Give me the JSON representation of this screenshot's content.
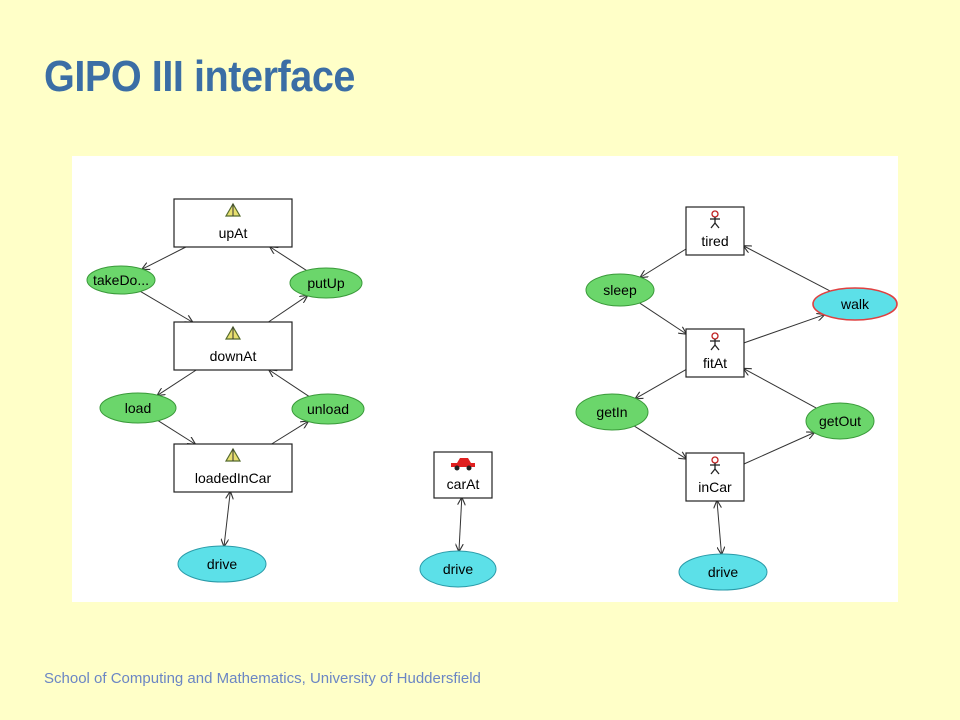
{
  "slide": {
    "title": "GIPO III interface",
    "footer": "School of Computing and Mathematics, University of Huddersfield"
  },
  "diagram": {
    "state_nodes": [
      {
        "id": "upAt",
        "label": "upAt",
        "icon": "tent-icon"
      },
      {
        "id": "downAt",
        "label": "downAt",
        "icon": "tent-icon"
      },
      {
        "id": "loadedInCar",
        "label": "loadedInCar",
        "icon": "tent-icon"
      },
      {
        "id": "carAt",
        "label": "carAt",
        "icon": "car-icon"
      },
      {
        "id": "tired",
        "label": "tired",
        "icon": "person-icon"
      },
      {
        "id": "fitAt",
        "label": "fitAt",
        "icon": "person-icon"
      },
      {
        "id": "inCar",
        "label": "inCar",
        "icon": "person-icon"
      }
    ],
    "operator_nodes": [
      {
        "id": "takeDown",
        "label": "takeDo...",
        "color": "green"
      },
      {
        "id": "putUp",
        "label": "putUp",
        "color": "green"
      },
      {
        "id": "load",
        "label": "load",
        "color": "green"
      },
      {
        "id": "unload",
        "label": "unload",
        "color": "green"
      },
      {
        "id": "drive1",
        "label": "drive",
        "color": "cyan"
      },
      {
        "id": "drive2",
        "label": "drive",
        "color": "cyan"
      },
      {
        "id": "sleep",
        "label": "sleep",
        "color": "green"
      },
      {
        "id": "walk",
        "label": "walk",
        "color": "cyan",
        "highlight": "red"
      },
      {
        "id": "getIn",
        "label": "getIn",
        "color": "green"
      },
      {
        "id": "getOut",
        "label": "getOut",
        "color": "green"
      },
      {
        "id": "drive3",
        "label": "drive",
        "color": "cyan"
      }
    ],
    "edges": [
      {
        "from": "upAt",
        "to": "takeDown"
      },
      {
        "from": "takeDown",
        "to": "downAt"
      },
      {
        "from": "downAt",
        "to": "putUp"
      },
      {
        "from": "putUp",
        "to": "upAt"
      },
      {
        "from": "downAt",
        "to": "load"
      },
      {
        "from": "load",
        "to": "loadedInCar"
      },
      {
        "from": "loadedInCar",
        "to": "unload"
      },
      {
        "from": "unload",
        "to": "downAt"
      },
      {
        "from": "loadedInCar",
        "to": "drive1",
        "bidirectional": true
      },
      {
        "from": "carAt",
        "to": "drive2",
        "bidirectional": true
      },
      {
        "from": "tired",
        "to": "sleep"
      },
      {
        "from": "sleep",
        "to": "fitAt"
      },
      {
        "from": "fitAt",
        "to": "walk"
      },
      {
        "from": "walk",
        "to": "tired"
      },
      {
        "from": "fitAt",
        "to": "getIn"
      },
      {
        "from": "getIn",
        "to": "inCar"
      },
      {
        "from": "inCar",
        "to": "getOut"
      },
      {
        "from": "getOut",
        "to": "fitAt"
      },
      {
        "from": "inCar",
        "to": "drive3",
        "bidirectional": true
      }
    ]
  },
  "colors": {
    "background": "#ffffc8",
    "title": "#3b6ea5",
    "footer": "#6b86c4",
    "operator_green": "#6bd66b",
    "operator_cyan": "#5ce0e8",
    "highlight_red": "#e04040"
  }
}
